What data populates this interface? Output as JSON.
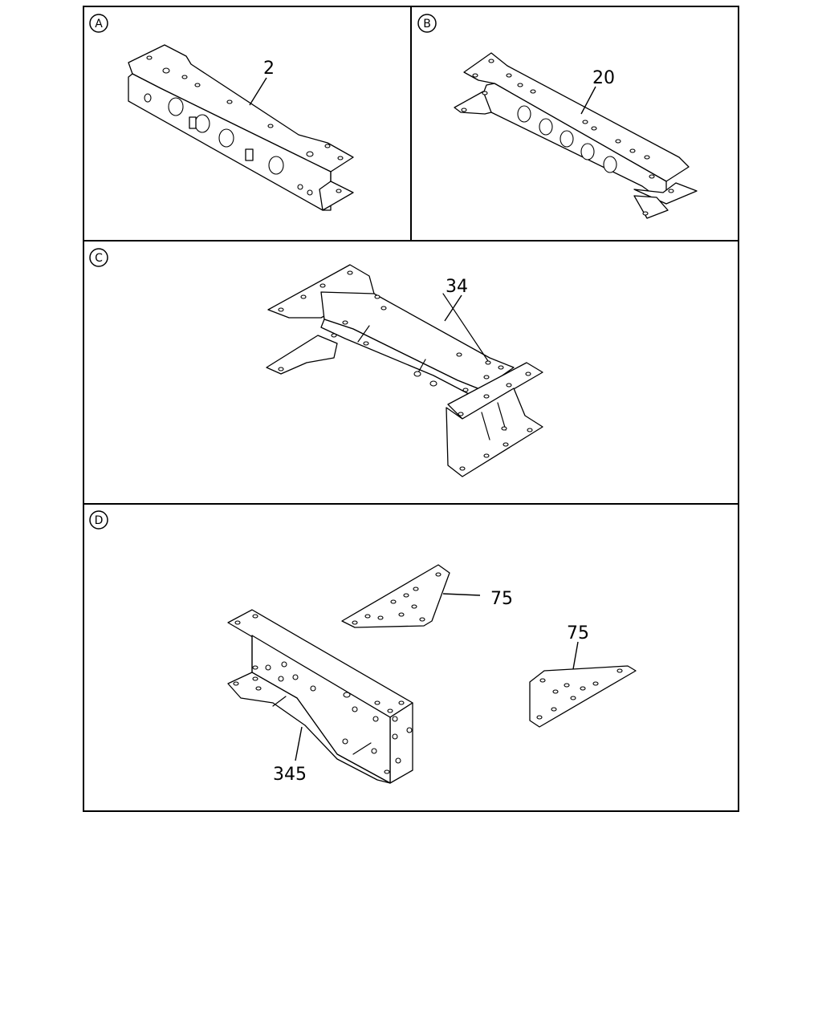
{
  "panels": {
    "a": {
      "badge": "A",
      "callout": "2"
    },
    "b": {
      "badge": "B",
      "callout": "20"
    },
    "c": {
      "badge": "C",
      "callout": "34"
    },
    "d": {
      "badge": "D",
      "callout_345": "345",
      "callout_75a": "75",
      "callout_75b": "75"
    }
  },
  "colors": {
    "line": "#000000",
    "background": "#ffffff"
  }
}
